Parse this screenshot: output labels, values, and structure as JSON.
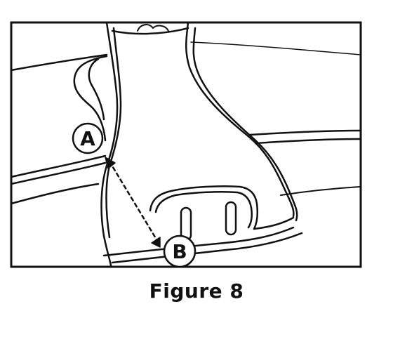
{
  "figure": {
    "caption": "Figure 8",
    "callouts": {
      "a": "A",
      "b": "B"
    }
  },
  "colors": {
    "line": "#111111",
    "background": "#ffffff"
  }
}
